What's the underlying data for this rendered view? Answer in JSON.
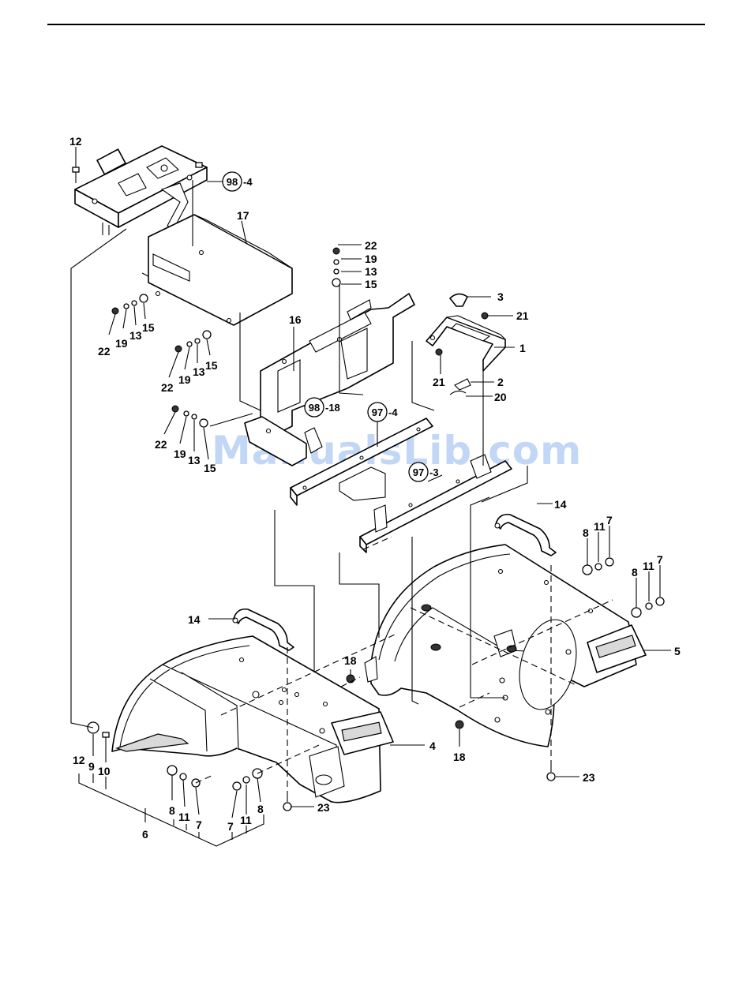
{
  "watermark": "ManualsLib.com",
  "callouts": {
    "c1": "1",
    "c2": "2",
    "c3": "3",
    "c4": "4",
    "c5": "5",
    "c6": "6",
    "c7a": "7",
    "c7b": "7",
    "c7c": "7",
    "c7d": "7",
    "c8a": "8",
    "c8b": "8",
    "c8c": "8",
    "c8d": "8",
    "c9": "9",
    "c10": "10",
    "c11a": "11",
    "c11b": "11",
    "c11c": "11",
    "c11d": "11",
    "c12a": "12",
    "c12b": "12",
    "c13a": "13",
    "c13b": "13",
    "c13c": "13",
    "c13d": "13",
    "c14a": "14",
    "c14b": "14",
    "c15a": "15",
    "c15b": "15",
    "c15c": "15",
    "c15d": "15",
    "c16": "16",
    "c17": "17",
    "c18a": "18",
    "c18b": "18",
    "c19a": "19",
    "c19b": "19",
    "c19c": "19",
    "c19d": "19",
    "c20": "20",
    "c21a": "21",
    "c21b": "21",
    "c22a": "22",
    "c22b": "22",
    "c22c": "22",
    "c22d": "22",
    "c23a": "23",
    "c23b": "23"
  },
  "references": {
    "r98_4": {
      "circle": "98",
      "suffix": "-4"
    },
    "r98_18": {
      "circle": "98",
      "suffix": "-18"
    },
    "r97_4": {
      "circle": "97",
      "suffix": "-4"
    },
    "r97_3": {
      "circle": "97",
      "suffix": "-3"
    }
  }
}
